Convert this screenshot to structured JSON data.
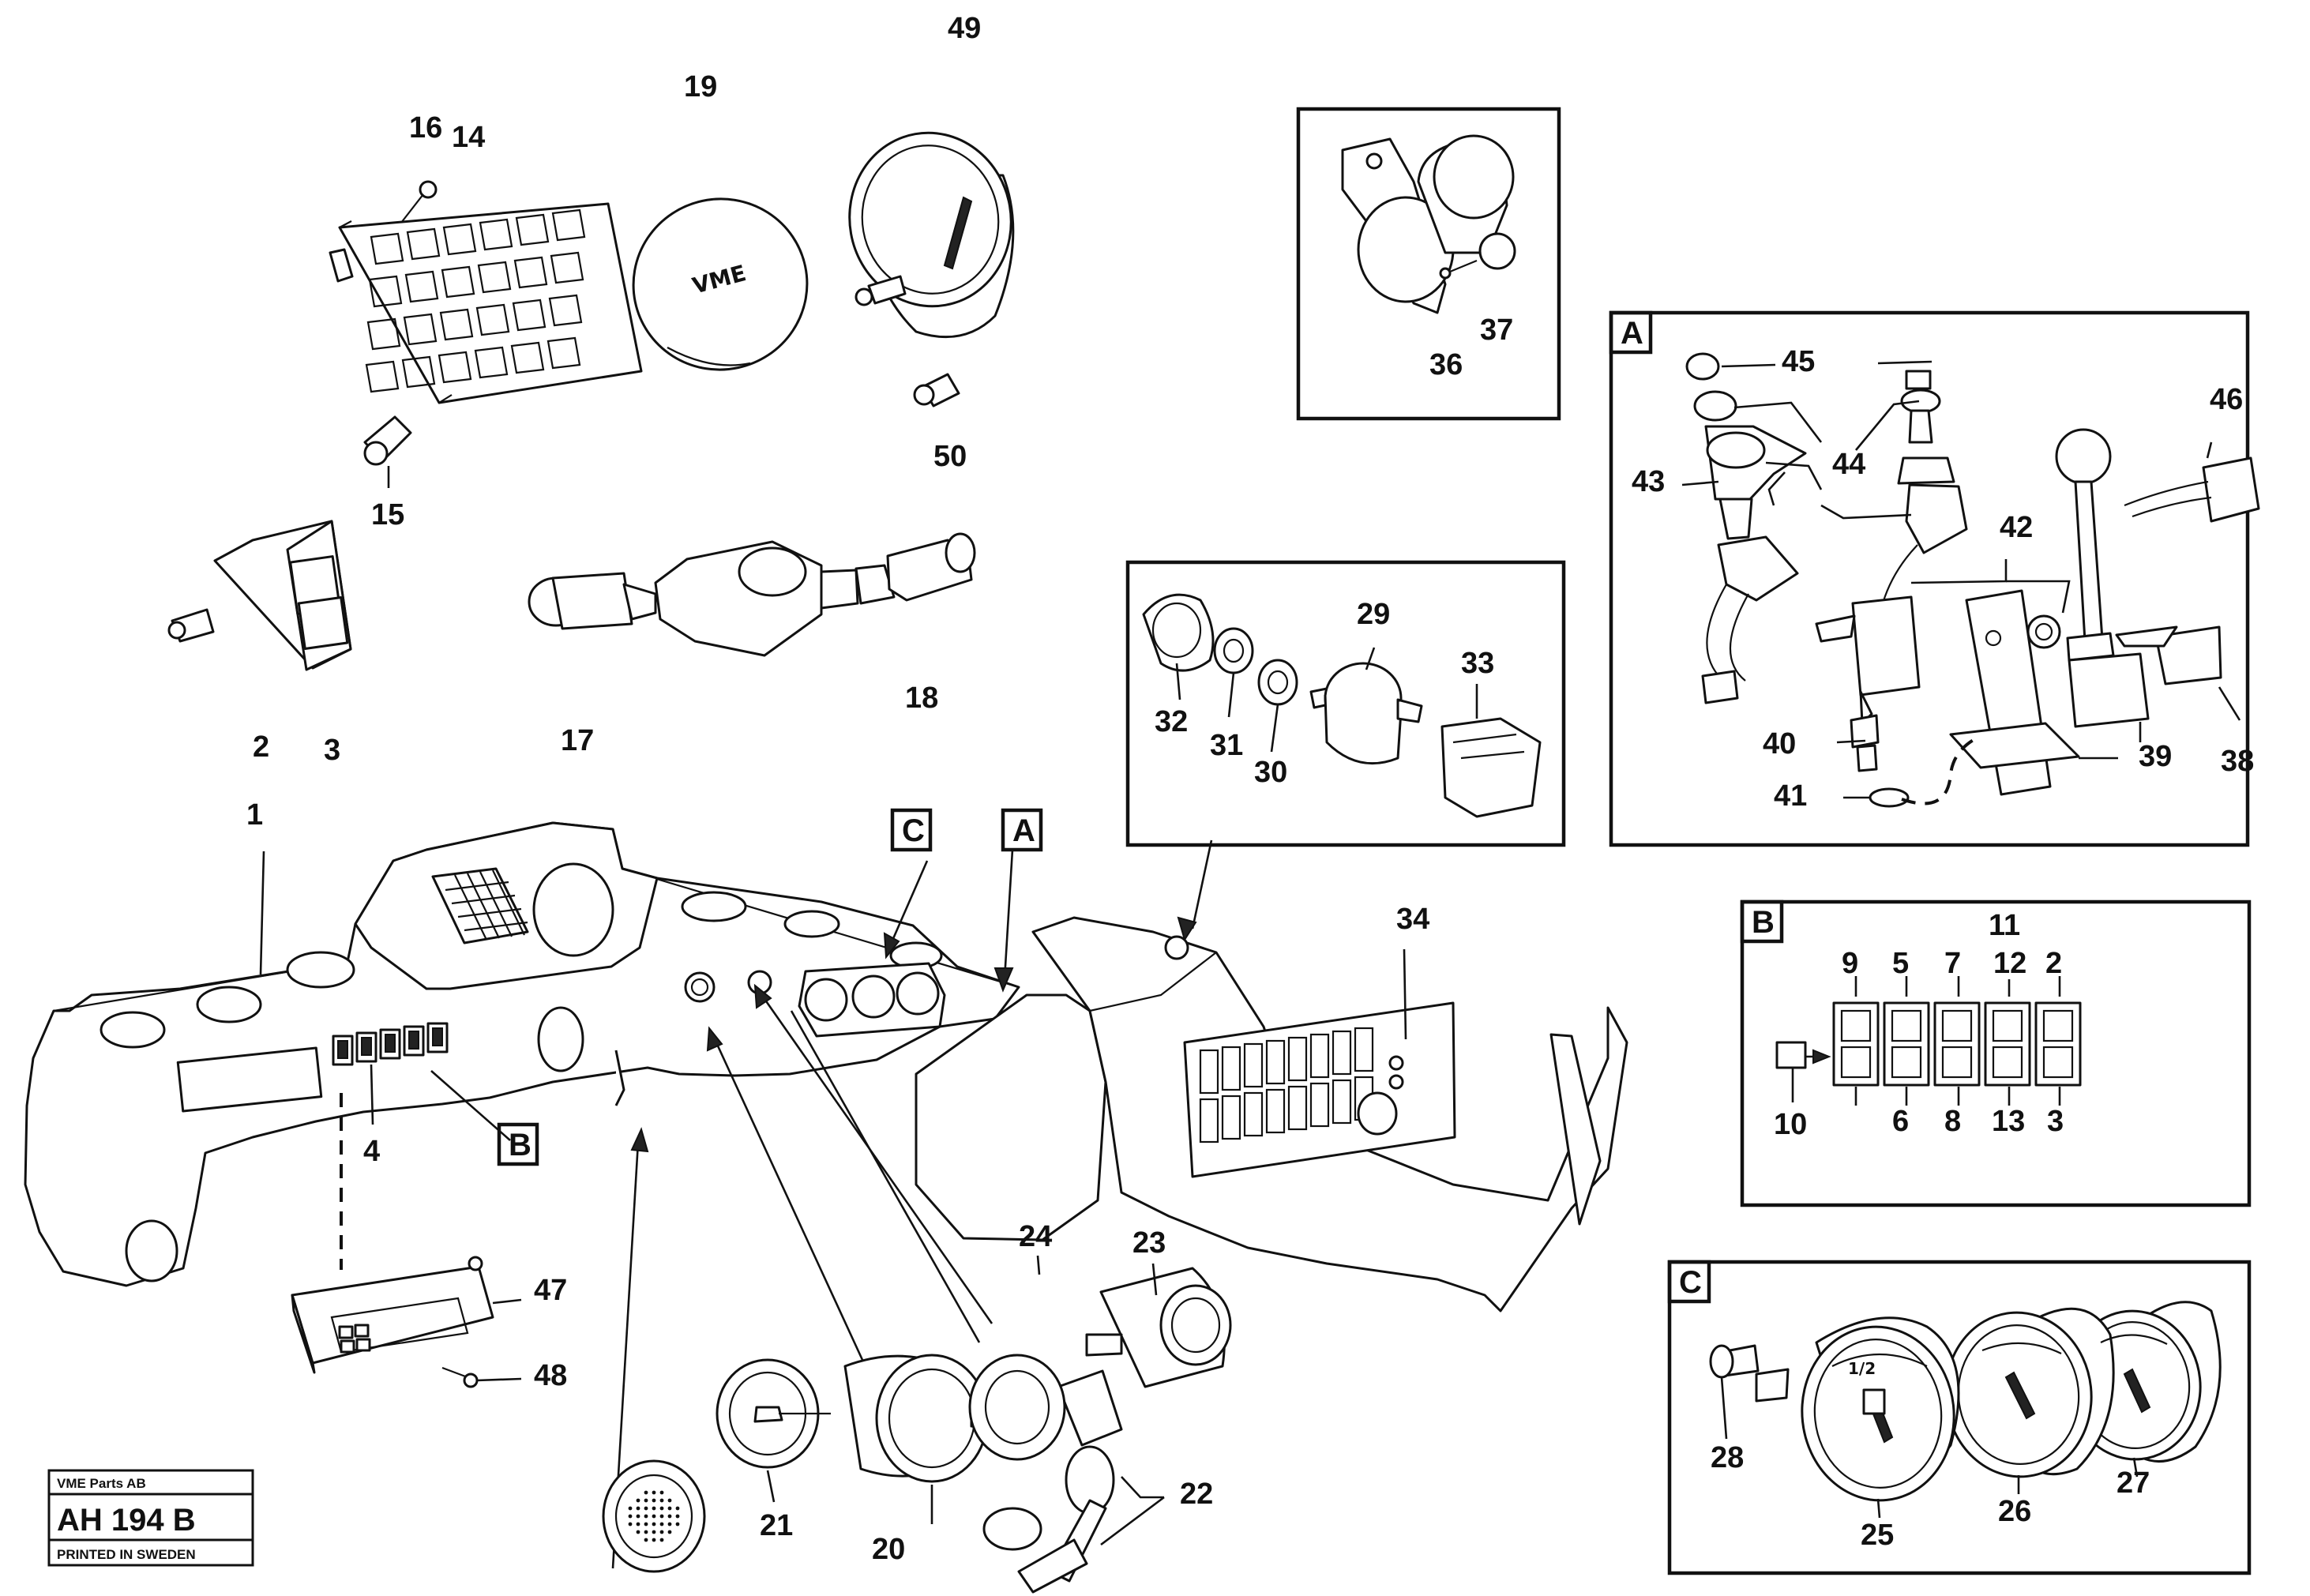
{
  "callouts": [
    {
      "id": "c1",
      "text": "1"
    },
    {
      "id": "c2a",
      "text": "2"
    },
    {
      "id": "c3a",
      "text": "3"
    },
    {
      "id": "c4",
      "text": "4"
    },
    {
      "id": "c14",
      "text": "14"
    },
    {
      "id": "c15",
      "text": "15"
    },
    {
      "id": "c16",
      "text": "16"
    },
    {
      "id": "c17",
      "text": "17"
    },
    {
      "id": "c18",
      "text": "18"
    },
    {
      "id": "c19",
      "text": "19"
    },
    {
      "id": "c20",
      "text": "20"
    },
    {
      "id": "c21",
      "text": "21"
    },
    {
      "id": "c22",
      "text": "22"
    },
    {
      "id": "c23",
      "text": "23"
    },
    {
      "id": "c24",
      "text": "24"
    },
    {
      "id": "c29",
      "text": "29"
    },
    {
      "id": "c30",
      "text": "30"
    },
    {
      "id": "c31",
      "text": "31"
    },
    {
      "id": "c32",
      "text": "32"
    },
    {
      "id": "c33",
      "text": "33"
    },
    {
      "id": "c34",
      "text": "34"
    },
    {
      "id": "c36",
      "text": "36"
    },
    {
      "id": "c37",
      "text": "37"
    },
    {
      "id": "c47",
      "text": "47"
    },
    {
      "id": "c48",
      "text": "48"
    },
    {
      "id": "c49",
      "text": "49"
    },
    {
      "id": "c50",
      "text": "50"
    },
    {
      "id": "cA38",
      "text": "38"
    },
    {
      "id": "cA39",
      "text": "39"
    },
    {
      "id": "cA40",
      "text": "40"
    },
    {
      "id": "cA41",
      "text": "41"
    },
    {
      "id": "cA42",
      "text": "42"
    },
    {
      "id": "cA43",
      "text": "43"
    },
    {
      "id": "cA44",
      "text": "44"
    },
    {
      "id": "cA45",
      "text": "45"
    },
    {
      "id": "cA46",
      "text": "46"
    },
    {
      "id": "cB9",
      "text": "9"
    },
    {
      "id": "cB5",
      "text": "5"
    },
    {
      "id": "cB7",
      "text": "7"
    },
    {
      "id": "cB11",
      "text": "11"
    },
    {
      "id": "cB12",
      "text": "12"
    },
    {
      "id": "cB2",
      "text": "2"
    },
    {
      "id": "cB10",
      "text": "10"
    },
    {
      "id": "cB6",
      "text": "6"
    },
    {
      "id": "cB8",
      "text": "8"
    },
    {
      "id": "cB13",
      "text": "13"
    },
    {
      "id": "cB3",
      "text": "3"
    },
    {
      "id": "cC25",
      "text": "25"
    },
    {
      "id": "cC26",
      "text": "26"
    },
    {
      "id": "cC27",
      "text": "27"
    },
    {
      "id": "cC28",
      "text": "28"
    }
  ],
  "section_tags": {
    "main_c": "C",
    "main_a": "A",
    "main_b": "B",
    "detail_a": "A",
    "detail_b": "B",
    "detail_c": "C"
  },
  "cover_logo": "VME",
  "gauge_c_label": "1/2",
  "footer": {
    "company": "VME Parts AB",
    "code": "AH 194 B",
    "printed": "PRINTED IN SWEDEN"
  }
}
